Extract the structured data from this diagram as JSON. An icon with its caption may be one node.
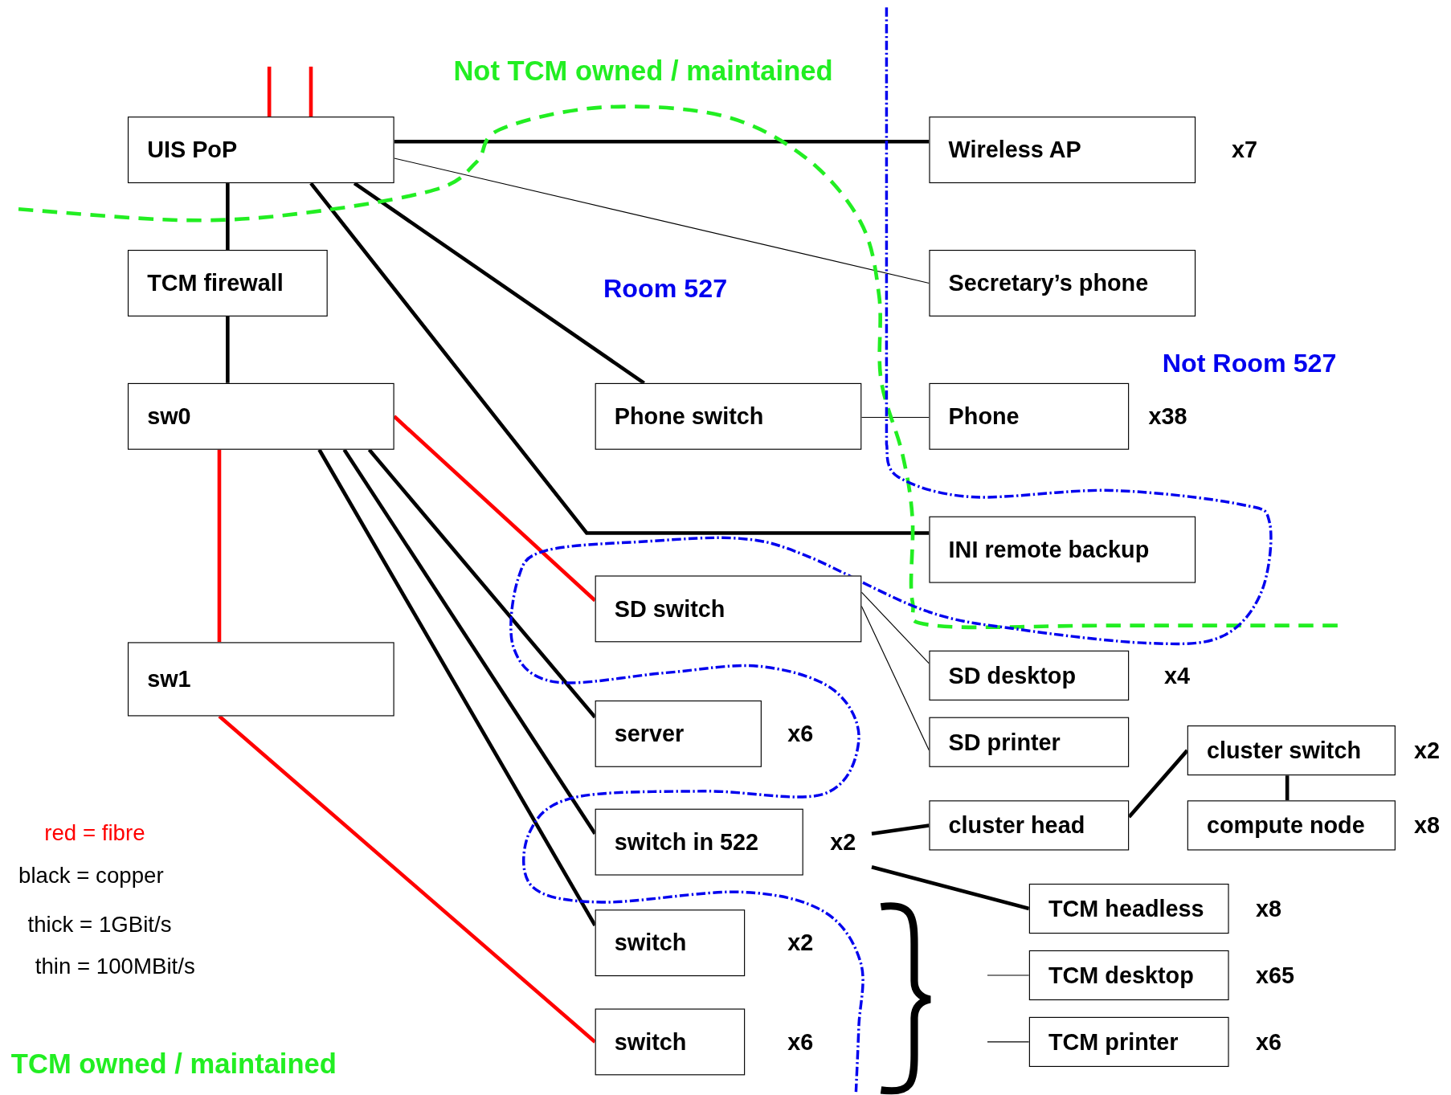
{
  "diagram": {
    "nodes": [
      {
        "text": [
          "UIS PoP"
        ]
      },
      {
        "text": [
          "Wireless AP"
        ],
        "beside": [
          "x7"
        ]
      },
      {
        "text": [
          "TCM firewall"
        ]
      },
      {
        "text": [
          "Secretary’s phone"
        ]
      },
      {
        "text": [
          "sw0"
        ]
      },
      {
        "text": [
          "Phone switch"
        ]
      },
      {
        "text": [
          "Phone"
        ],
        "beside": [
          "x38"
        ]
      },
      {
        "text": [
          "INI remote backup"
        ]
      },
      {
        "text": [
          "SD switch"
        ]
      },
      {
        "text": [
          "sw1"
        ]
      },
      {
        "text": [
          "SD desktop"
        ],
        "beside": [
          "x4"
        ]
      },
      {
        "text": [
          "server"
        ],
        "beside": [
          "x6"
        ]
      },
      {
        "text": [
          "cluster switch"
        ],
        "beside": [
          "x2"
        ]
      },
      {
        "text": [
          "SD printer"
        ]
      },
      {
        "text": [
          "switch in 522"
        ],
        "beside": [
          "x2"
        ]
      },
      {
        "text": [
          "cluster head"
        ]
      },
      {
        "text": [
          "compute node"
        ],
        "beside": [
          "x8"
        ]
      },
      {
        "text": [
          "TCM headless"
        ],
        "beside": [
          "x8"
        ]
      },
      {
        "text": [
          "switch"
        ],
        "beside": [
          "x2"
        ]
      },
      {
        "text": [
          "TCM desktop"
        ],
        "beside": [
          "x65"
        ]
      },
      {
        "text": [
          "switch"
        ],
        "beside": [
          "x6"
        ]
      },
      {
        "text": [
          "TCM printer"
        ],
        "beside": [
          "x6"
        ]
      }
    ],
    "edges": [
      {
        "from": null,
        "to": 0,
        "arrow": "none",
        "color": "#ff0000"
      },
      {
        "from": null,
        "to": 0,
        "arrow": "none",
        "color": "#ff0000"
      },
      {
        "from": 0,
        "to": 1,
        "arrow": "none"
      },
      {
        "from": 0,
        "to": 2,
        "arrow": "none"
      },
      {
        "from": 0,
        "to": 3,
        "arrow": "none"
      },
      {
        "from": 0,
        "to": 5,
        "arrow": "none"
      },
      {
        "from": 0,
        "to": 7,
        "arrow": "none"
      },
      {
        "from": 2,
        "to": 4,
        "arrow": "none"
      },
      {
        "from": 4,
        "to": 9,
        "arrow": "none",
        "color": "#ff0000"
      },
      {
        "from": 4,
        "to": 8,
        "arrow": "none",
        "color": "#ff0000"
      },
      {
        "from": 4,
        "to": 11,
        "arrow": "none"
      },
      {
        "from": 4,
        "to": 14,
        "arrow": "none"
      },
      {
        "from": 4,
        "to": 18,
        "arrow": "none"
      },
      {
        "from": 9,
        "to": 20,
        "arrow": "none",
        "color": "#ff0000"
      },
      {
        "from": 5,
        "to": 6,
        "arrow": "none"
      },
      {
        "from": 8,
        "to": 10,
        "arrow": "none"
      },
      {
        "from": 8,
        "to": 13,
        "arrow": "none"
      },
      {
        "from": 14,
        "to": 15,
        "arrow": "none"
      },
      {
        "from": 14,
        "to": 17,
        "arrow": "none"
      },
      {
        "from": 15,
        "to": 12,
        "arrow": "none"
      },
      {
        "from": 12,
        "to": 16,
        "arrow": "none"
      },
      {
        "from": null,
        "to": 19,
        "arrow": "none"
      },
      {
        "from": null,
        "to": 21,
        "arrow": "none"
      }
    ],
    "labels": [
      "Not TCM owned / maintained",
      "Room 527",
      "Not Room 527",
      "red = fibre",
      "black = copper",
      "thick = 1GBit/s",
      "thin = 100MBit/s",
      "TCM owned / maintained"
    ]
  }
}
